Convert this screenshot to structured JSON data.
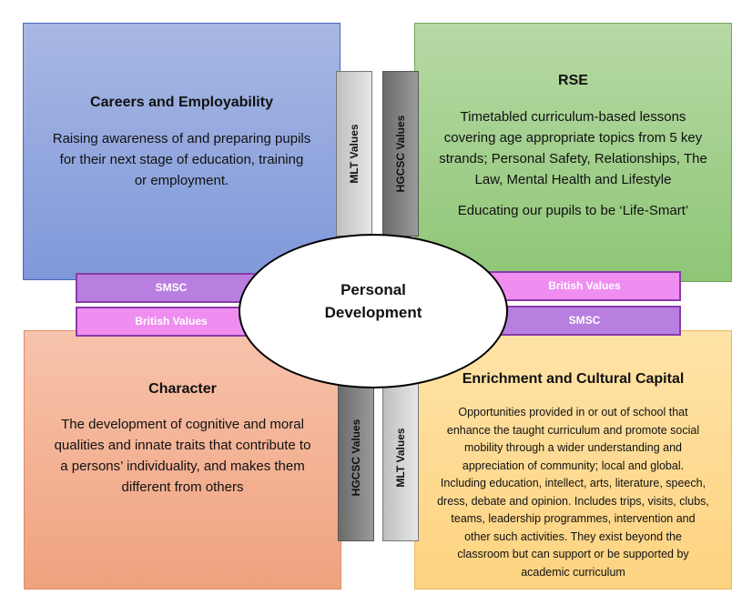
{
  "center": {
    "line1": "Personal",
    "line2": "Development"
  },
  "careers": {
    "title": "Careers and Employability",
    "body": [
      "Raising awareness of and preparing pupils",
      "for their next stage of education, training",
      "or employment."
    ]
  },
  "rse": {
    "title": "RSE",
    "body": [
      "Timetabled curriculum-based lessons",
      "covering age appropriate topics from 5 key",
      "strands; Personal Safety, Relationships, The",
      "Law, Mental Health and Lifestyle"
    ],
    "tagline": "Educating our pupils to be ‘Life-Smart’"
  },
  "character": {
    "title": "Character",
    "body": [
      "The development of cognitive and moral",
      "qualities and innate traits that contribute to",
      "a persons’ individuality, and makes them",
      "different from others"
    ]
  },
  "enrichment": {
    "title": "Enrichment and Cultural Capital",
    "body": [
      "Opportunities provided in or out of school that",
      "enhance the taught curriculum and promote social",
      "mobility through a wider understanding and",
      "appreciation of community; local and global.",
      "Including education, intellect, arts, literature, speech,",
      "dress, debate and opinion. Includes trips, visits, clubs,",
      "teams, leadership programmes, intervention and",
      "other such activities. They exist beyond the",
      "classroom but can support or be supported by",
      "academic curriculum"
    ]
  },
  "bars": {
    "top_left": "MLT Values",
    "top_right": "HGCSC Values",
    "bottom_left": "HGCSC Values",
    "bottom_right": "MLT Values",
    "left_top": "SMSC",
    "left_bottom": "British Values",
    "right_top": "British Values",
    "right_bottom": "SMSC"
  },
  "colors": {
    "careers": "#8fa6de",
    "rse": "#a3d08e",
    "character": "#f3b193",
    "enrichment": "#fedb93",
    "violet_bar": "#b97fe0",
    "pink_bar": "#ef8ef0",
    "bar_border": "#8a3aa8"
  }
}
